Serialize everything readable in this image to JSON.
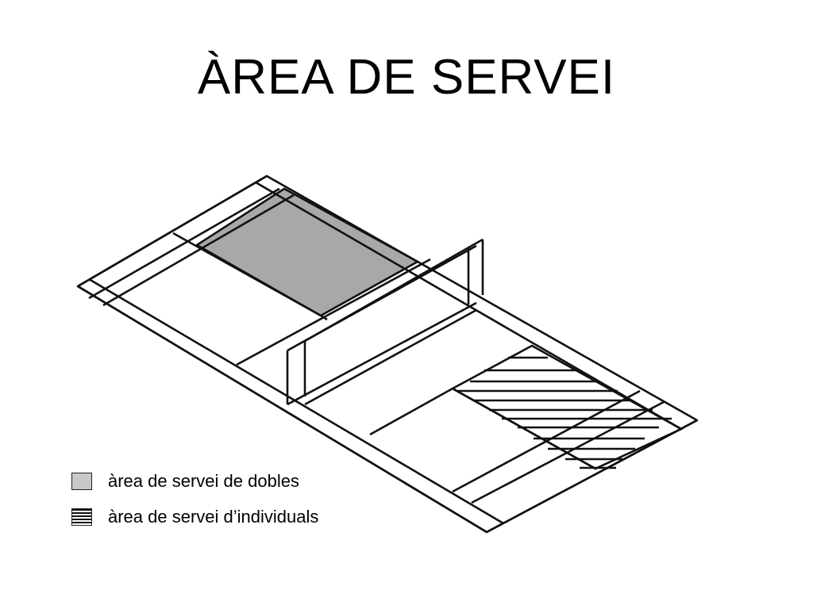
{
  "slide": {
    "title": "ÀREA DE SERVEI"
  },
  "diagram": {
    "description_icons": [
      "badminton-court",
      "net"
    ],
    "colors": {
      "doubles_fill": "#a8a8a8",
      "lines": "#111111"
    }
  },
  "legend": {
    "items": [
      {
        "label": "àrea de servei de dobles",
        "pattern": "solid-gray"
      },
      {
        "label": "àrea de servei d’individuals",
        "pattern": "horizontal-stripes"
      }
    ]
  }
}
